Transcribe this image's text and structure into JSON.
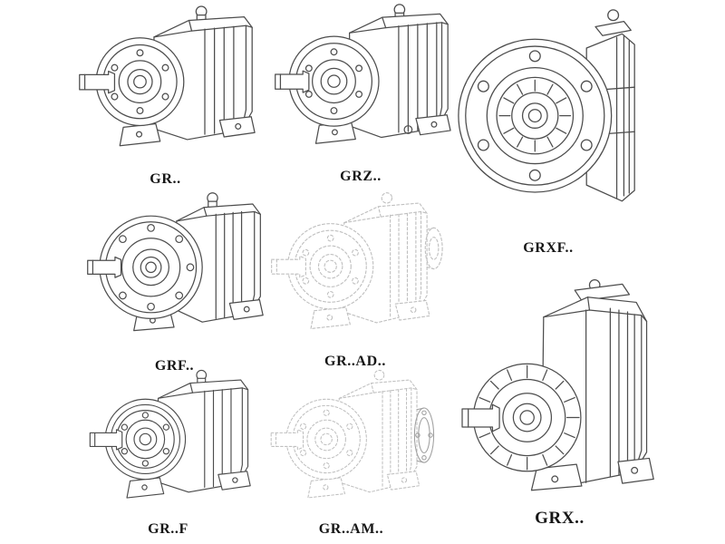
{
  "page": {
    "background": "#ffffff",
    "line_color": "#4d4d4d",
    "faded_line_color": "#c0c0c0",
    "description": "Catalog sheet of helical gear reducer technical line drawings"
  },
  "figures": [
    {
      "id": "gr",
      "label": "GR..",
      "drawing": "helical-gearbox-foot-mounted",
      "line_style": "solid"
    },
    {
      "id": "grz",
      "label": "GRZ..",
      "drawing": "helical-gearbox-foot-mounted-large",
      "line_style": "solid"
    },
    {
      "id": "grxf",
      "label": "GRXF..",
      "drawing": "helical-gearbox-flange-front-view",
      "line_style": "solid"
    },
    {
      "id": "grf",
      "label": "GRF..",
      "drawing": "helical-gearbox-flange-and-foot",
      "line_style": "solid"
    },
    {
      "id": "grad",
      "label": "GR..AD..",
      "drawing": "helical-gearbox-input-adapter",
      "line_style": "dashed-faded"
    },
    {
      "id": "grff",
      "label": "GR..F",
      "drawing": "helical-gearbox-shaft-foot",
      "line_style": "solid"
    },
    {
      "id": "gram",
      "label": "GR..AM..",
      "drawing": "helical-gearbox-motor-adapter-flange",
      "line_style": "dashed-faded"
    },
    {
      "id": "grx",
      "label": "GRX..",
      "drawing": "helical-gearbox-large-foot-mounted",
      "line_style": "solid"
    }
  ]
}
